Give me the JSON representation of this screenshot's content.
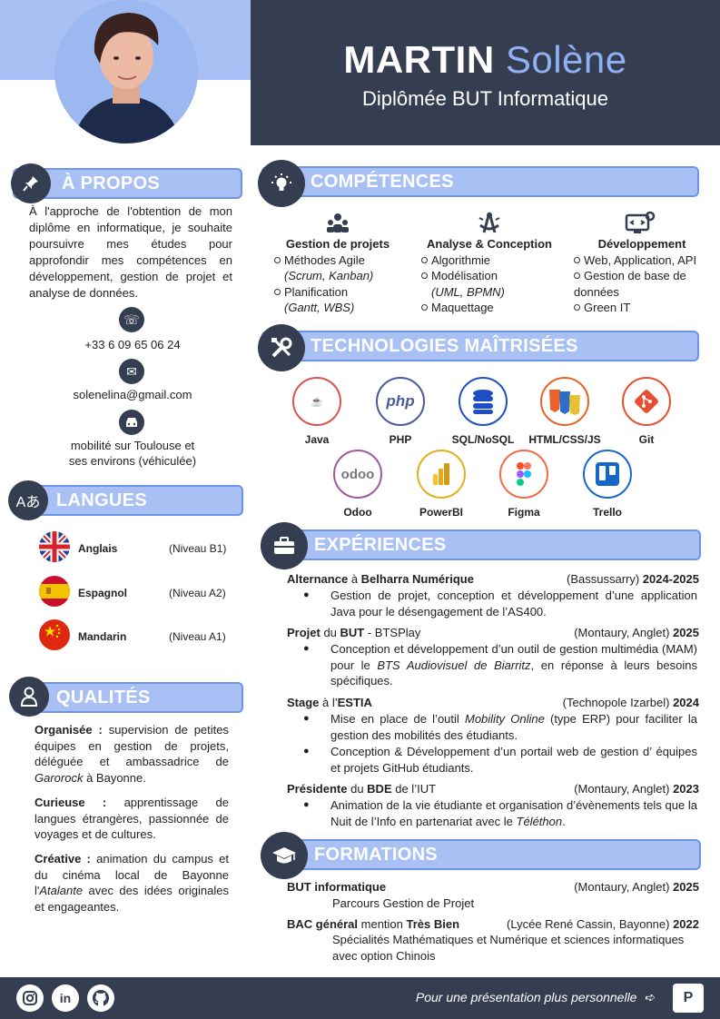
{
  "header": {
    "last_name": "MARTIN",
    "first_name": "Solène",
    "subtitle": "Diplômée BUT Informatique"
  },
  "about": {
    "title": "À PROPOS",
    "text": "À l'approche de l'obtention de mon diplôme en informatique, je souhaite poursuivre mes études pour approfondir mes compétences en développement, gestion de projet et analyse de données.",
    "phone": "+33 6 09 65 06 24",
    "email": "solenelina@gmail.com",
    "mobility_1": "mobilité sur Toulouse et",
    "mobility_2": "ses environs (véhiculée)"
  },
  "languages": {
    "title": "LANGUES",
    "items": [
      {
        "name": "Anglais",
        "level": "(Niveau B1)"
      },
      {
        "name": "Espagnol",
        "level": "(Niveau A2)"
      },
      {
        "name": "Mandarin",
        "level": "(Niveau A1)"
      }
    ]
  },
  "qualities": {
    "title": "QUALITÉS",
    "items": [
      {
        "label": "Organisée :",
        "text": " supervision de petites équipes en gestion de projets, déléguée et ambassadrice de ",
        "italic": "Garorock",
        "text2": " à Bayonne."
      },
      {
        "label": "Curieuse :",
        "text": " apprentissage de langues étrangères, passionnée de voyages et de cultures.",
        "italic": "",
        "text2": ""
      },
      {
        "label": "Créative :",
        "text": "  animation du campus et du cinéma local de Bayonne l'",
        "italic": "Atalante",
        "text2": " avec des idées originales et engageantes."
      }
    ]
  },
  "competences": {
    "title": "COMPÉTENCES",
    "col1": {
      "title": "Gestion de projets",
      "l1": "Méthodes Agile",
      "l2": "(Scrum, Kanban)",
      "l3": "Planification",
      "l4": "(Gantt, WBS)"
    },
    "col2": {
      "title": "Analyse & Conception",
      "l1": "Algorithmie",
      "l2": "Modélisation",
      "l3": "(UML, BPMN)",
      "l4": "Maquettage"
    },
    "col3": {
      "title": "Développement",
      "l1": "Web, Application, API",
      "l2": "Gestion de base de",
      "l3": "données",
      "l4": "Green IT"
    }
  },
  "technologies": {
    "title": "TECHNOLOGIES MAÎTRISÉES",
    "items": [
      "Java",
      "PHP",
      "SQL/NoSQL",
      "HTML/CSS/JS",
      "Git",
      "Odoo",
      "PowerBI",
      "Figma",
      "Trello"
    ],
    "colors": [
      "#d9534f",
      "#4a5a9b",
      "#1e4fc2",
      "#e8622a",
      "#e84e31",
      "#a0589c",
      "#e0b020",
      "#f06a4a",
      "#1668c8"
    ]
  },
  "experiences": {
    "title": "EXPÉRIENCES",
    "e1": {
      "a": "Alternance",
      "b": " à ",
      "c": "Belharra Numérique",
      "loc": "(Bassussarry) ",
      "year": "2024-2025",
      "d1": "Gestion de projet, conception et développement d’une application Java pour le désengagement de l’AS400."
    },
    "e2": {
      "a": "Projet",
      "b": " du ",
      "c": "BUT",
      "c2": " - BTSPlay",
      "loc": "(Montaury, Anglet) ",
      "year": "2025",
      "d1a": "Conception et développement d’un outil de gestion multimédia (MAM) pour le ",
      "d1i": "BTS Audiovisuel de Biarritz",
      "d1b": ", en réponse à leurs besoins spécifiques."
    },
    "e3": {
      "a": "Stage",
      "b": " à l’",
      "c": "ESTIA",
      "loc": "(Technopole Izarbel) ",
      "year": "2024",
      "d1a": "Mise en place de l’outil ",
      "d1i": "Mobility Online",
      "d1b": " (type ERP) pour faciliter la gestion des mobilités des étudiants.",
      "d2": "Conception & Développement d’un portail web de gestion d’ équipes et projets GitHub étudiants."
    },
    "e4": {
      "a": "Présidente",
      "b": " du ",
      "c": "BDE",
      "c2": " de l’IUT",
      "loc": "(Montaury, Anglet) ",
      "year": "2023",
      "d1a": "Animation de la vie étudiante et organisation d’évènements tels que la Nuit de l’Info en partenariat avec le ",
      "d1i": "Téléthon",
      "d1b": "."
    }
  },
  "formations": {
    "title": "FORMATIONS",
    "f1": {
      "title": "BUT informatique",
      "loc": "(Montaury, Anglet) ",
      "year": "2025",
      "desc": "Parcours Gestion de Projet"
    },
    "f2": {
      "a": "BAC général",
      "b": " mention ",
      "c": "Très Bien",
      "loc": "(Lycée René Cassin, Bayonne) ",
      "year": "2022",
      "desc": "Spécialités Mathématiques et Numérique et sciences informatiques avec option Chinois"
    }
  },
  "footer": {
    "text": "Pour une présentation plus personnelle",
    "arrow": "➪"
  }
}
